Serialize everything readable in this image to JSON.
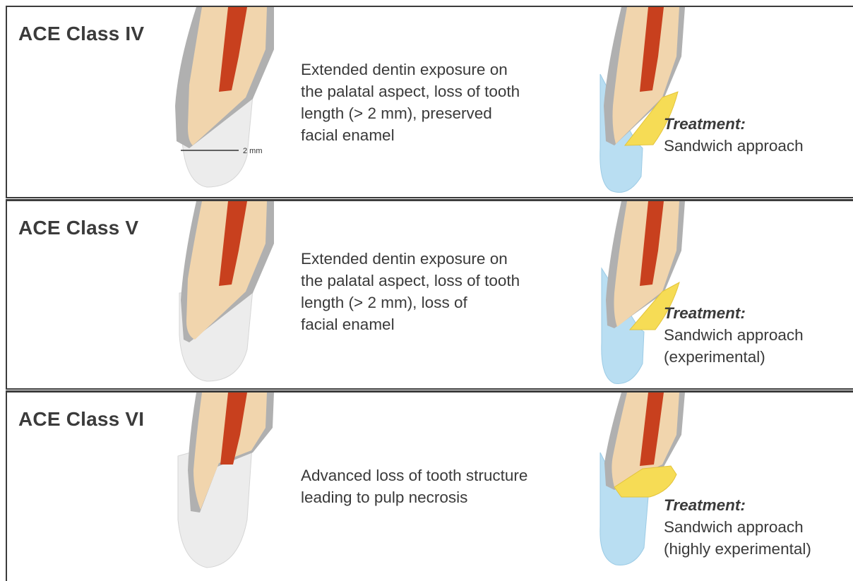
{
  "panels": [
    {
      "title": "ACE Class IV",
      "description_lines": [
        "Extended dentin exposure on",
        "the palatal aspect, loss of tooth",
        "length (> 2 mm), preserved",
        "facial enamel"
      ],
      "scale_label": "2 mm",
      "treatment_label": "Treatment:",
      "treatment_lines": [
        "Sandwich approach"
      ]
    },
    {
      "title": "ACE Class V",
      "description_lines": [
        "Extended dentin exposure on",
        "the palatal aspect, loss of tooth",
        "length (> 2 mm), loss of",
        "facial enamel"
      ],
      "treatment_label": "Treatment:",
      "treatment_lines": [
        "Sandwich approach",
        "(experimental)"
      ]
    },
    {
      "title": "ACE Class VI",
      "description_lines": [
        "Advanced loss of tooth structure",
        "leading to pulp necrosis"
      ],
      "treatment_label": "Treatment:",
      "treatment_lines": [
        "Sandwich approach",
        "(highly experimental)"
      ]
    }
  ],
  "colors": {
    "dentin": "#f1d5ad",
    "pulp": "#c8401e",
    "enamel_outline": "#9b9b9b",
    "lost_structure": "#ececec",
    "composite_blue": "#b9def2",
    "composite_yellow": "#f6dc55",
    "border": "#3c3c3c"
  }
}
